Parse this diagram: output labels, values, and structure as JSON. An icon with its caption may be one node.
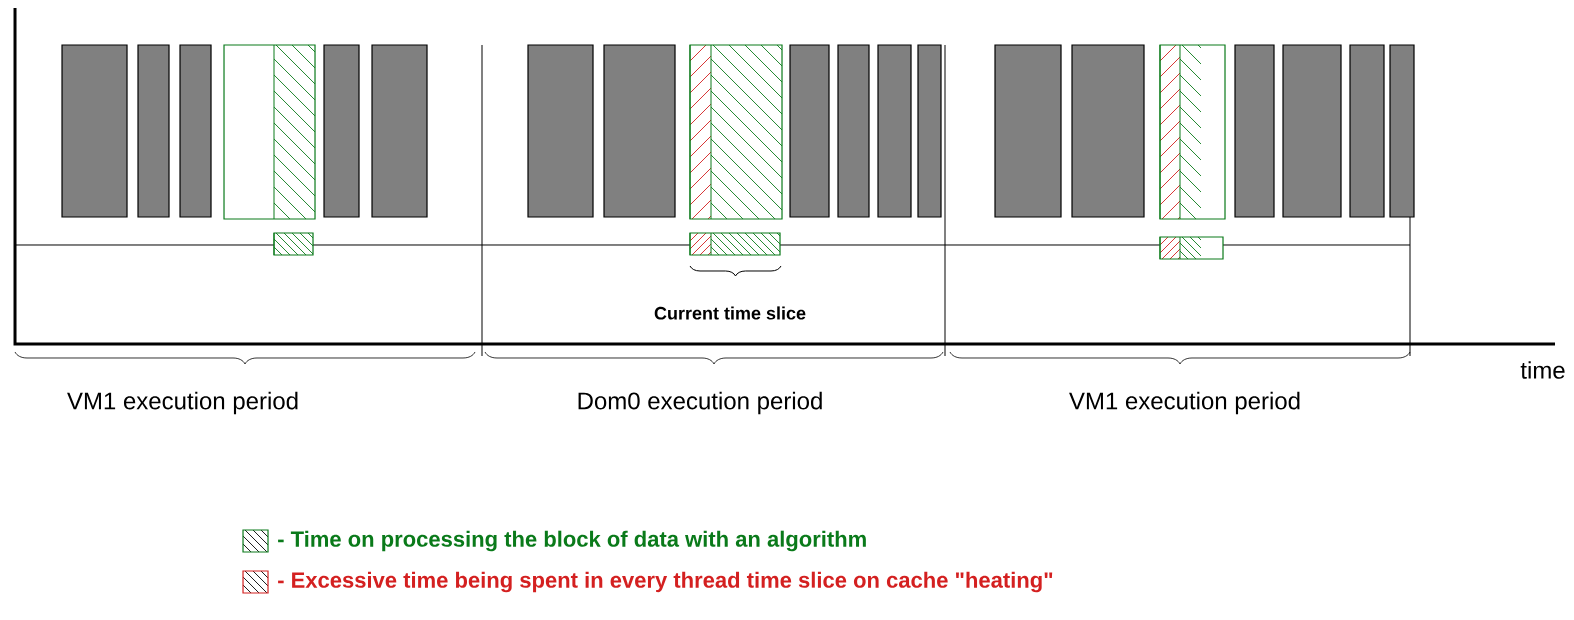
{
  "diagram": {
    "labels": [
      "Current time slice",
      "time",
      "VM1 execution period",
      "Dom0 execution period",
      "VM1 execution period"
    ],
    "legend": [
      {
        "text": "- Time on processing the block of data with an algorithm"
      },
      {
        "text": "- Excessive time being spent in every thread time slice on cache \"heating\""
      }
    ]
  }
}
